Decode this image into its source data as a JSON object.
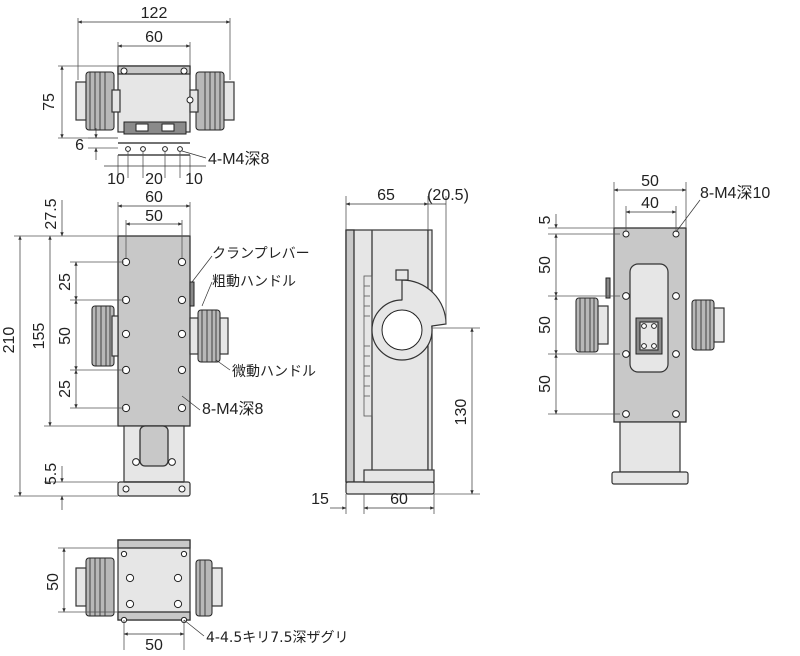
{
  "top_view": {
    "dims": {
      "overall_width": "122",
      "body_width": "60",
      "height": "75",
      "base_offset": "6",
      "hole_left": "10",
      "hole_mid": "20",
      "hole_right": "10"
    },
    "callout": "4-M4深8"
  },
  "front_view": {
    "dims": {
      "top_margin": "27.5",
      "width_60": "60",
      "width_50": "50",
      "overall_210": "210",
      "travel_155": "155",
      "pitch_25_top": "25",
      "pitch_50": "50",
      "pitch_25_bottom": "25",
      "base_5_5": "5.5"
    },
    "labels": {
      "clamp_lever": "クランプレバー",
      "coarse_handle": "粗動ハンドル",
      "fine_handle": "微動ハンドル",
      "holes": "8-M4深8"
    }
  },
  "side_view": {
    "dims": {
      "depth_65": "65",
      "handle_20_5": "(20.5)",
      "height_130": "130",
      "base_15": "15",
      "base_60": "60"
    }
  },
  "right_view": {
    "dims": {
      "width_50": "50",
      "width_40": "40",
      "top_5": "5",
      "pitch_50_a": "50",
      "pitch_50_b": "50",
      "pitch_50_c": "50"
    },
    "callout": "8-M4深10"
  },
  "bottom_view": {
    "dims": {
      "height_50": "50",
      "width_50": "50"
    },
    "callout": "4-4.5キリ7.5深ザグリ"
  }
}
